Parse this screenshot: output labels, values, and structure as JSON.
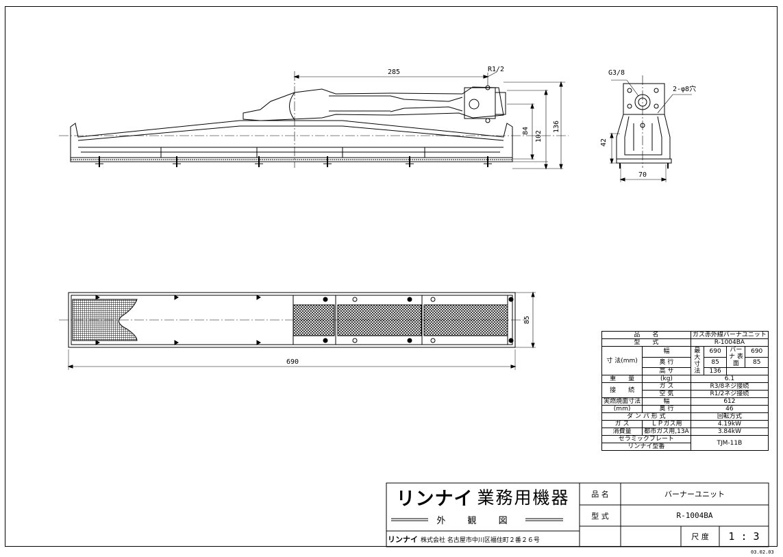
{
  "dims": {
    "d285": "285",
    "r12": "R1/2",
    "d84": "84",
    "d102": "102",
    "d136": "136",
    "g38": "G3/8",
    "hole": "2-φ8穴",
    "d42": "42",
    "d70": "70",
    "d85": "85",
    "d690": "690"
  },
  "spec": {
    "hinmei_l": "品　　名",
    "hinmei_v": "ガス赤外線バーナユニット",
    "kata_l": "型　　式",
    "kata_v": "R-1004BA",
    "sunpo_l": "寸 法(mm)",
    "haba": "幅",
    "okuyuki": "奥 行",
    "takasa": "高 サ",
    "saidai": "最大 寸法",
    "v690": "690",
    "v85": "85",
    "v136": "136",
    "burner": "バーナ 表 面",
    "b690": "690",
    "b85": "85",
    "juryo_l": "重　　量",
    "juryo_u": "(kg)",
    "juryo_v": "6.1",
    "setsuzoku_l": "接　　続",
    "gas": "ガ ス",
    "kuki": "空 気",
    "gas_v": "R3/8ネジ接続",
    "kuki_v": "R1/2ネジ接続",
    "nensho_l": "実燃焼面寸法",
    "nensho_mm": "(mm)",
    "n_haba": "幅",
    "n_oku": "奥 行",
    "n_haba_v": "612",
    "n_oku_v": "46",
    "damper_l": "ダ ン パ 形 式",
    "damper_v": "回転方式",
    "gas_l": "ガ ス",
    "shohi_l": "消費量",
    "lp_l": "ＬＰガス用",
    "toshi_l": "都市ガス用,13A",
    "lp_v": "4.19kW",
    "toshi_v": "3.84kW",
    "ceramic_l1": "セラミックプレート",
    "ceramic_l2": "リンナイ型番",
    "ceramic_v": "TJM-11B"
  },
  "titleblock": {
    "brand": "リンナイ",
    "biz": "業務用機器",
    "subtitle": "外 観 図",
    "company_brand": "リンナイ",
    "company": "株式会社 名古屋市中川区福住町２番２６号",
    "hinmei_l": "品 名",
    "hinmei_v": "バーナーユニット",
    "kata_l": "型 式",
    "kata_v": "R-1004BA",
    "scale_l": "尺 度",
    "scale_v": "1 : 3"
  },
  "date": "03.02.03"
}
